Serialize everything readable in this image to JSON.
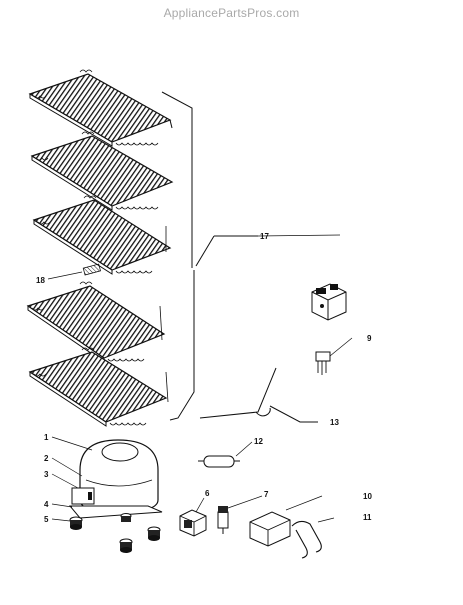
{
  "watermark": "AppliancePartsPros.com",
  "callouts": [
    "1",
    "2",
    "3",
    "4",
    "5",
    "6",
    "7",
    "9",
    "10",
    "11",
    "12",
    "13",
    "17",
    "18"
  ]
}
